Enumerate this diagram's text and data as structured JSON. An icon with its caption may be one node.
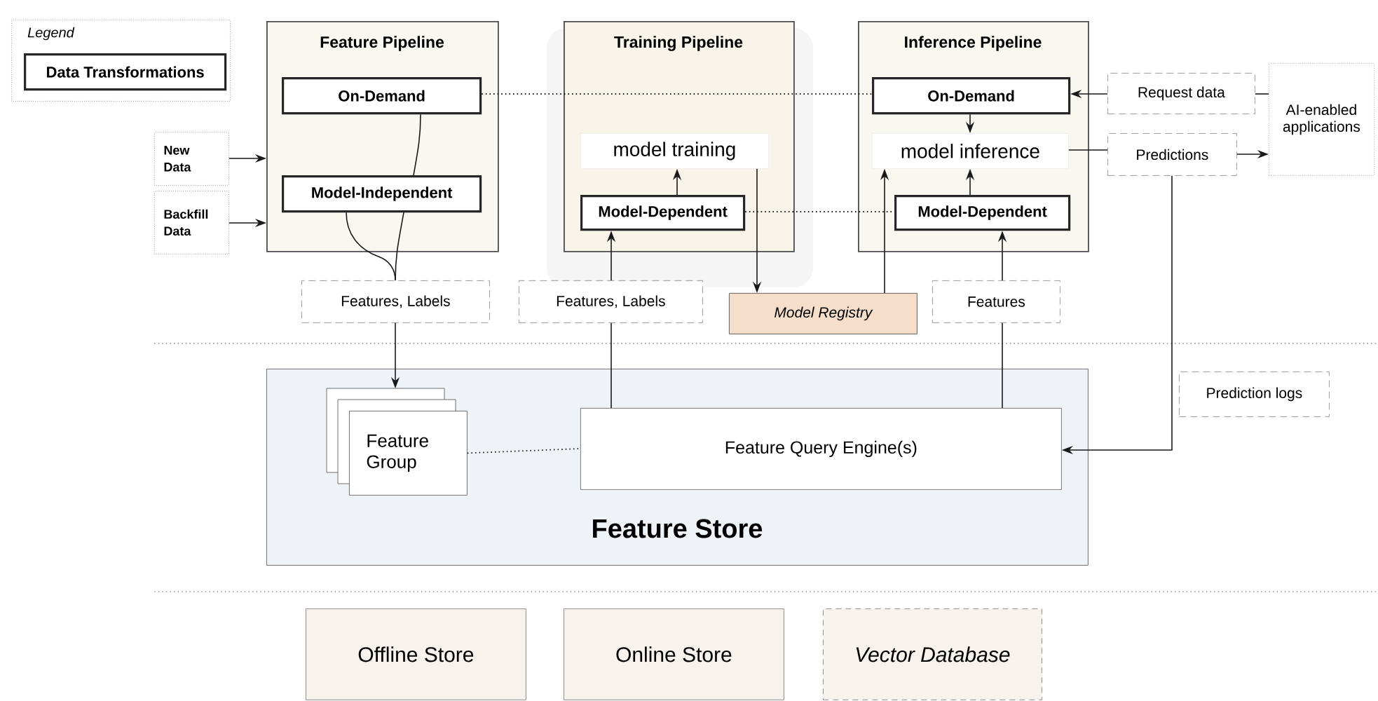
{
  "diagram": {
    "nodes": [
      {
        "text": [
          "Legend"
        ]
      },
      {
        "text": [
          "Data Transformations"
        ],
        "in": 0
      },
      {
        "text": [
          "Feature Pipeline"
        ]
      },
      {
        "text": [
          "On-Demand"
        ],
        "in": 2
      },
      {
        "text": [
          "Model-Independent"
        ],
        "in": 2
      },
      {
        "text": [
          "New Data"
        ]
      },
      {
        "text": [
          "Backfill Data"
        ]
      },
      {
        "text": [
          "Training Pipeline"
        ]
      },
      {
        "text": [
          "model training"
        ],
        "in": 7
      },
      {
        "text": [
          "Model-Dependent"
        ],
        "in": 7
      },
      {
        "text": [
          "Inference Pipeline"
        ]
      },
      {
        "text": [
          "On-Demand"
        ],
        "in": 10
      },
      {
        "text": [
          "model inference"
        ],
        "in": 10
      },
      {
        "text": [
          "Model-Dependent"
        ],
        "in": 10
      },
      {
        "text": [
          "Request data"
        ]
      },
      {
        "text": [
          "Predictions"
        ]
      },
      {
        "text": [
          "AI-enabled applications"
        ]
      },
      {
        "text": [
          "Features, Labels"
        ]
      },
      {
        "text": [
          "Features, Labels"
        ]
      },
      {
        "text": [
          "Model Registry"
        ]
      },
      {
        "text": [
          "Features"
        ]
      },
      {
        "text": [
          "Feature Store"
        ]
      },
      {
        "text": [
          "Feature Group"
        ],
        "in": 21
      },
      {
        "text": [
          "Feature Query Engine(s)"
        ],
        "in": 21
      },
      {
        "text": [
          "Prediction logs"
        ]
      },
      {
        "text": [
          "Offline Store"
        ]
      },
      {
        "text": [
          "Online Store"
        ]
      },
      {
        "text": [
          "Vector Database"
        ]
      }
    ],
    "edges": [
      {
        "from": 5,
        "to": 2,
        "arrow": "to"
      },
      {
        "from": 6,
        "to": 2,
        "arrow": "to"
      },
      {
        "from": 3,
        "to": 4,
        "arrow": "none"
      },
      {
        "from": 4,
        "to": 17,
        "arrow": "none"
      },
      {
        "from": 4,
        "to": 17,
        "arrow": "none"
      },
      {
        "from": 17,
        "to": 22,
        "arrow": "to"
      },
      {
        "from": 3,
        "to": 11,
        "arrow": "none",
        "style": "dashed"
      },
      {
        "from": 9,
        "to": 8,
        "arrow": "to"
      },
      {
        "from": 8,
        "to": 19,
        "arrow": "to"
      },
      {
        "from": 18,
        "to": 9,
        "arrow": "to"
      },
      {
        "from": 23,
        "to": 18,
        "arrow": "none"
      },
      {
        "from": 19,
        "to": 12,
        "arrow": "to"
      },
      {
        "from": 11,
        "to": 12,
        "arrow": "to"
      },
      {
        "from": 13,
        "to": 12,
        "arrow": "to"
      },
      {
        "from": 20,
        "to": 13,
        "arrow": "to"
      },
      {
        "from": 23,
        "to": 20,
        "arrow": "none"
      },
      {
        "from": 9,
        "to": 13,
        "arrow": "none",
        "style": "dashed"
      },
      {
        "from": 14,
        "to": 11,
        "arrow": "to"
      },
      {
        "from": 16,
        "to": 14,
        "arrow": "none"
      },
      {
        "from": 12,
        "to": 15,
        "arrow": "none"
      },
      {
        "from": 15,
        "to": 16,
        "arrow": "to"
      },
      {
        "from": 15,
        "to": 23,
        "arrow": "to"
      },
      {
        "from": 22,
        "to": 23,
        "arrow": "none",
        "style": "dashed"
      }
    ]
  }
}
